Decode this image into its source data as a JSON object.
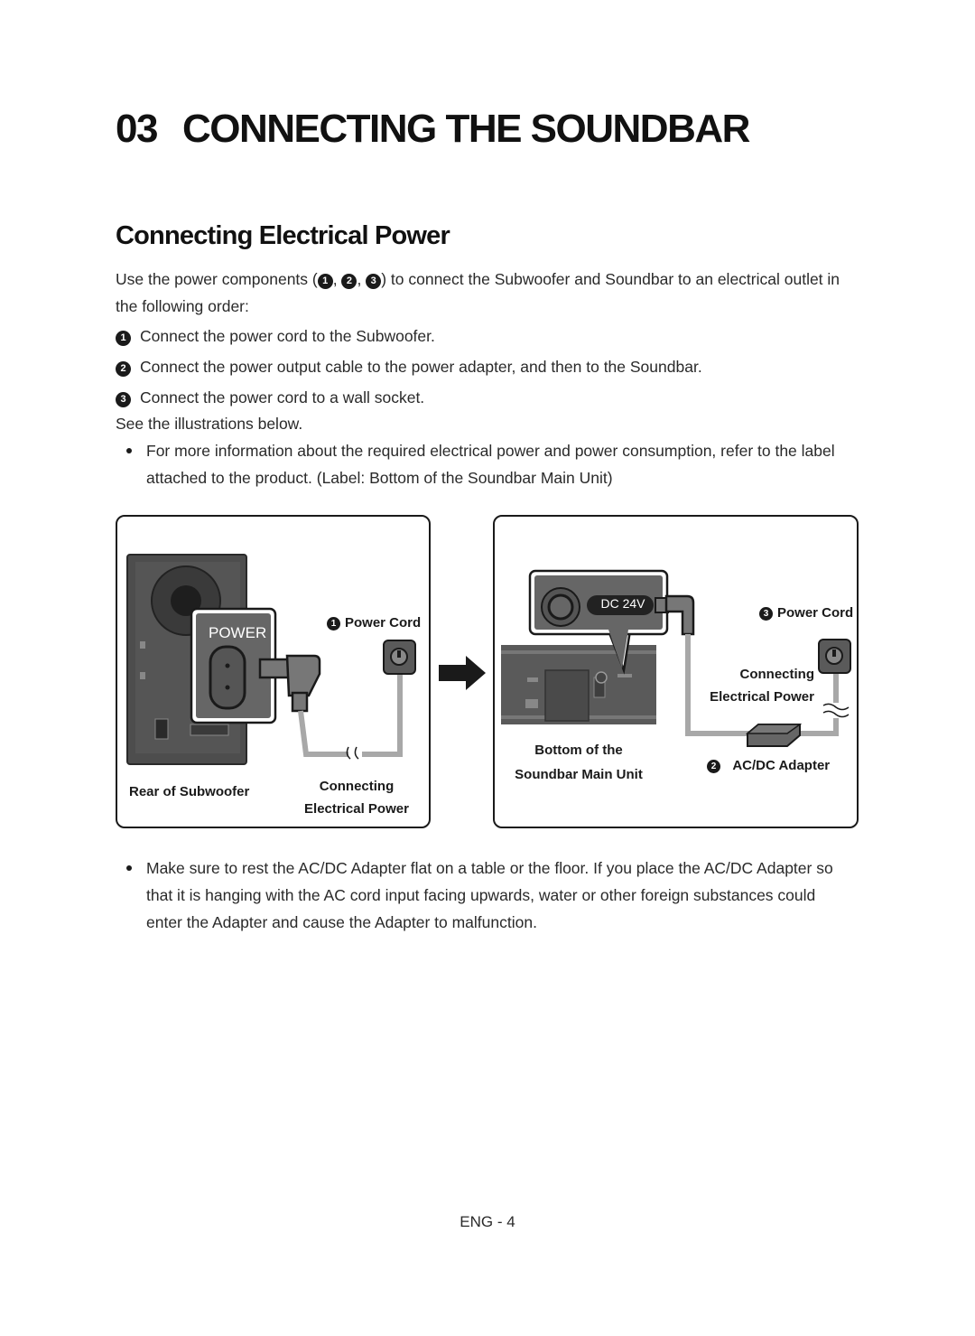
{
  "chapter": {
    "number": "03",
    "title": "CONNECTING THE SOUNDBAR"
  },
  "section_title": "Connecting Electrical Power",
  "intro": {
    "before": "Use the power components (",
    "markers": [
      "1",
      "2",
      "3"
    ],
    "after": ") to connect the Subwoofer and Soundbar to an electrical outlet in",
    "line2": "the following order:"
  },
  "steps": [
    {
      "marker": "1",
      "text": "Connect the power cord to the Subwoofer."
    },
    {
      "marker": "2",
      "text": "Connect the power output cable to the power adapter, and then to the Soundbar."
    },
    {
      "marker": "3",
      "text": "Connect the power cord to a wall socket."
    }
  ],
  "see_below": "See the illustrations below.",
  "bullets": [
    "For more information about the required electrical power and power consumption, refer to the label attached to the product. (Label: Bottom of the Soundbar Main Unit)",
    "Make sure to rest the AC/DC Adapter flat on a table or the floor. If you place the AC/DC Adapter so that it is hanging with the AC cord input facing upwards, water or other foreign substances could enter the Adapter and cause the Adapter to malfunction."
  ],
  "figure_left": {
    "power_label": "POWER",
    "power_cord": {
      "marker": "1",
      "label": "Power Cord"
    },
    "rear_label": "Rear of Subwoofer",
    "connecting": [
      "Connecting",
      "Electrical Power"
    ]
  },
  "figure_right": {
    "dc_label": "DC 24V",
    "power_cord": {
      "marker": "3",
      "label": "Power Cord"
    },
    "connecting": [
      "Connecting",
      "Electrical Power"
    ],
    "bottom_label": [
      "Bottom of the",
      "Soundbar Main Unit"
    ],
    "adapter": {
      "marker": "2",
      "label": "AC/DC Adapter"
    }
  },
  "footer": "ENG - 4"
}
